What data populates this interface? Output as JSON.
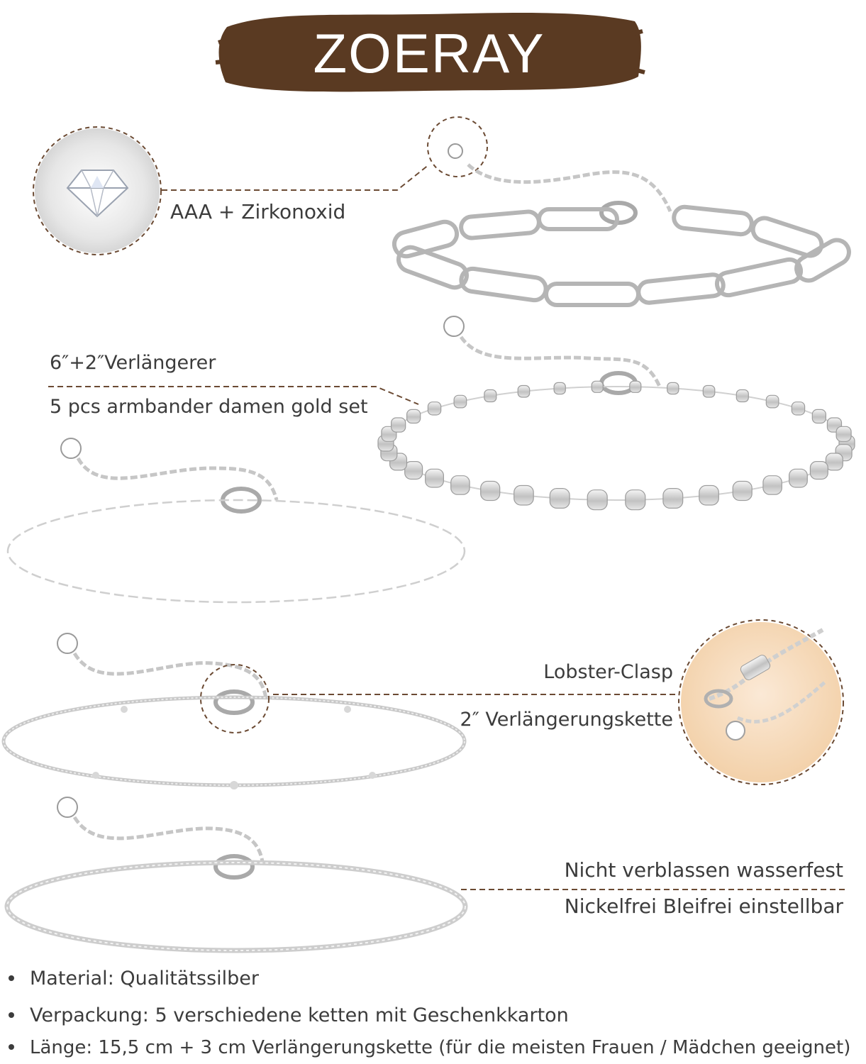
{
  "brand": {
    "name": "ZOERAY",
    "badge_color": "#5a3a22"
  },
  "callouts": {
    "stone": "AAA + Zirkonoxid",
    "extender": "6″+2″Verlängerer",
    "set": "5 pcs armbander damen gold set",
    "clasp": "Lobster-Clasp",
    "extension_chain": "2″ Verlängerungskette",
    "fade": "Nicht verblassen wasserfest",
    "nickel": "Nickelfrei Bleifrei einstellbar"
  },
  "specs": [
    "Material: Qualitätssilber",
    "Verpackung: 5 verschiedene ketten mit Geschenkkarton",
    "Länge: 15,5 cm + 3 cm Verlängerungskette (für die meisten Frauen / Mädchen geeignet)"
  ],
  "colors": {
    "accent": "#5a3a22",
    "dash": "#6b4a33",
    "silver": "#c8c8c8"
  }
}
